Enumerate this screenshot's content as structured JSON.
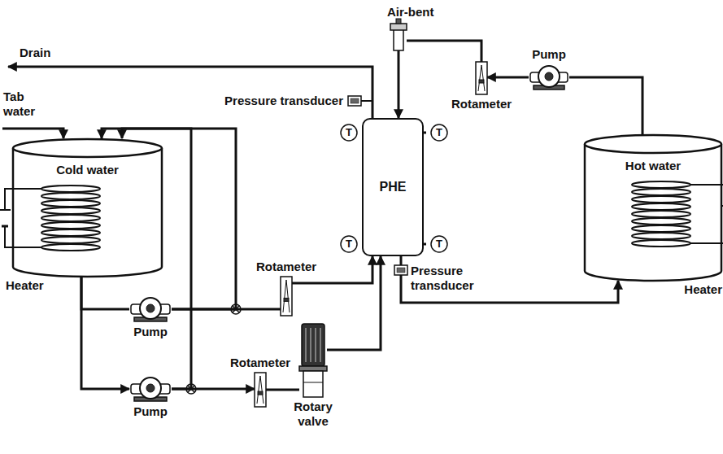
{
  "diagram": {
    "nodes": [
      {
        "text": [
          "Air-bent"
        ]
      },
      {
        "text": [
          "Pump"
        ]
      },
      {
        "text": [
          "Rotameter"
        ]
      },
      {
        "text": [
          "Pressure transducer"
        ]
      },
      {
        "text": [
          "Cold water",
          "Heater"
        ]
      },
      {
        "text": [
          "PHE"
        ]
      },
      {
        "text": [
          "Hot water",
          "Heater"
        ]
      },
      {
        "text": [
          "T"
        ]
      },
      {
        "text": [
          "T"
        ]
      },
      {
        "text": [
          "T"
        ]
      },
      {
        "text": [
          "T"
        ]
      },
      {
        "text": [
          "Rotameter"
        ]
      },
      {
        "text": [
          "Pressure transducer"
        ]
      },
      {
        "text": [
          "Pump"
        ]
      },
      {
        "text": [
          "Rotameter"
        ]
      },
      {
        "text": [
          "Rotary valve"
        ]
      },
      {
        "text": [
          "Pump"
        ]
      }
    ],
    "edges": [
      {
        "from": 4,
        "to": 13,
        "arrow": "none"
      },
      {
        "from": 4,
        "to": 16,
        "arrow": "to"
      },
      {
        "from": 13,
        "to": 11,
        "arrow": "none"
      },
      {
        "from": 11,
        "to": 5,
        "arrow": "to"
      },
      {
        "from": 13,
        "to": 4,
        "arrow": "to"
      },
      {
        "from": 16,
        "to": 14,
        "arrow": "to"
      },
      {
        "from": 14,
        "to": 15,
        "arrow": "none"
      },
      {
        "from": 15,
        "to": 5,
        "arrow": "to"
      },
      {
        "from": 16,
        "to": 4,
        "arrow": "to"
      },
      {
        "from": 5,
        "to": 12,
        "arrow": "none"
      },
      {
        "from": 12,
        "to": 6,
        "arrow": "to"
      },
      {
        "from": 6,
        "to": 1,
        "arrow": "none"
      },
      {
        "from": 1,
        "to": 2,
        "arrow": "to"
      },
      {
        "from": 2,
        "to": 0,
        "arrow": "none"
      },
      {
        "from": 0,
        "to": 5,
        "arrow": "to"
      },
      {
        "from": 7,
        "to": 5,
        "arrow": "none"
      },
      {
        "from": 8,
        "to": 5,
        "arrow": "none"
      },
      {
        "from": 9,
        "to": 5,
        "arrow": "none"
      },
      {
        "from": 10,
        "to": 5,
        "arrow": "none"
      }
    ],
    "labels": [
      "Drain",
      "Tab water"
    ]
  }
}
